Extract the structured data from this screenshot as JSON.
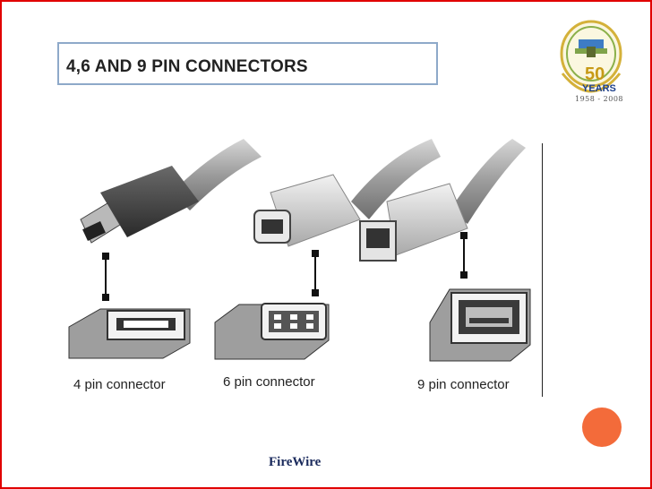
{
  "slide": {
    "title": "4,6 AND 9 PIN CONNECTORS",
    "caption": "FireWire"
  },
  "logo": {
    "number": "50",
    "years_label": "YEARS",
    "year_range": "1958 - 2008"
  },
  "connectors": [
    {
      "label": "4 pin connector"
    },
    {
      "label": "6 pin connector"
    },
    {
      "label": "9 pin connector"
    }
  ],
  "colors": {
    "frame": "#e10000",
    "title_border": "#8ea9c9",
    "accent_circle": "#f36b3a",
    "caption": "#1a2a5c"
  }
}
